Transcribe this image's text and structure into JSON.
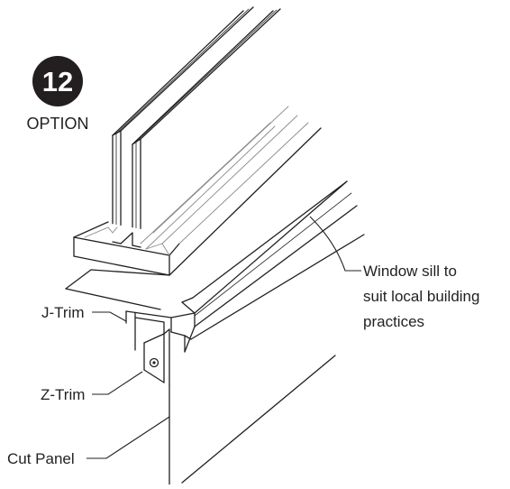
{
  "badge": {
    "number": "12",
    "caption": "OPTION"
  },
  "labels": {
    "window_sill": [
      "Window sill to",
      "suit local building",
      "practices"
    ],
    "j_trim": "J-Trim",
    "z_trim": "Z-Trim",
    "cut_panel": "Cut Panel"
  },
  "colors": {
    "ink": "#231f20",
    "badge_fill": "#231f20",
    "badge_text": "#ffffff"
  }
}
